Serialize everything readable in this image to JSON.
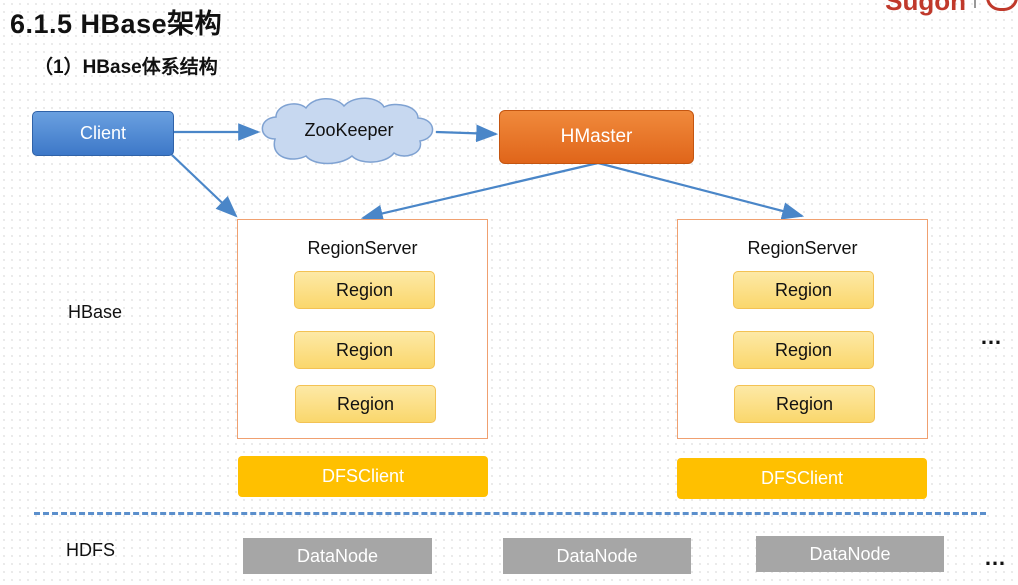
{
  "header": {
    "title": "6.1.5 HBase架构",
    "subtitle": "（1）HBase体系结构",
    "brand": "Sugon"
  },
  "nodes": {
    "client": "Client",
    "zookeeper": "ZooKeeper",
    "hmaster": "HMaster"
  },
  "hbase": {
    "label": "HBase",
    "region_servers": [
      {
        "label": "RegionServer",
        "regions": [
          "Region",
          "Region",
          "Region"
        ],
        "dfs_client": "DFSClient"
      },
      {
        "label": "RegionServer",
        "regions": [
          "Region",
          "Region",
          "Region"
        ],
        "dfs_client": "DFSClient"
      }
    ],
    "more": "…"
  },
  "hdfs": {
    "label": "HDFS",
    "datanodes": [
      "DataNode",
      "DataNode",
      "DataNode"
    ],
    "more": "…"
  },
  "colors": {
    "client": "#4a86d4",
    "zookeeper_cloud": "#bfd3ee",
    "hmaster": "#e8732a",
    "region": "#fbdc7e",
    "dfs_client": "#ffc000",
    "datanode": "#a6a6a6",
    "arrow": "#4a86c8",
    "divider": "#5b8fcc"
  }
}
